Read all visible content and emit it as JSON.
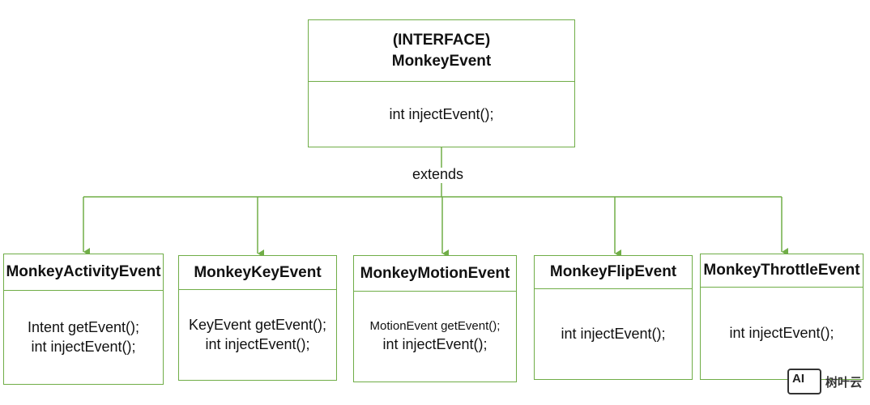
{
  "interface": {
    "stereotype": "(INTERFACE)",
    "name": "MonkeyEvent",
    "methods": [
      "int injectEvent();"
    ]
  },
  "relation_label": "extends",
  "classes": [
    {
      "name": "MonkeyActivityEvent",
      "methods": [
        "Intent getEvent();",
        "int injectEvent();"
      ]
    },
    {
      "name": "MonkeyKeyEvent",
      "methods": [
        "KeyEvent getEvent();",
        "int injectEvent();"
      ]
    },
    {
      "name": "MonkeyMotionEvent",
      "methods": [
        "MotionEvent getEvent();",
        "int injectEvent();"
      ]
    },
    {
      "name": "MonkeyFlipEvent",
      "methods": [
        "int injectEvent();"
      ]
    },
    {
      "name": "MonkeyThrottleEvent",
      "methods": [
        "int injectEvent();"
      ]
    }
  ],
  "watermark": {
    "logo_text": "AI",
    "text": "树叶云"
  },
  "colors": {
    "line": "#70ad47",
    "text": "#111111"
  }
}
